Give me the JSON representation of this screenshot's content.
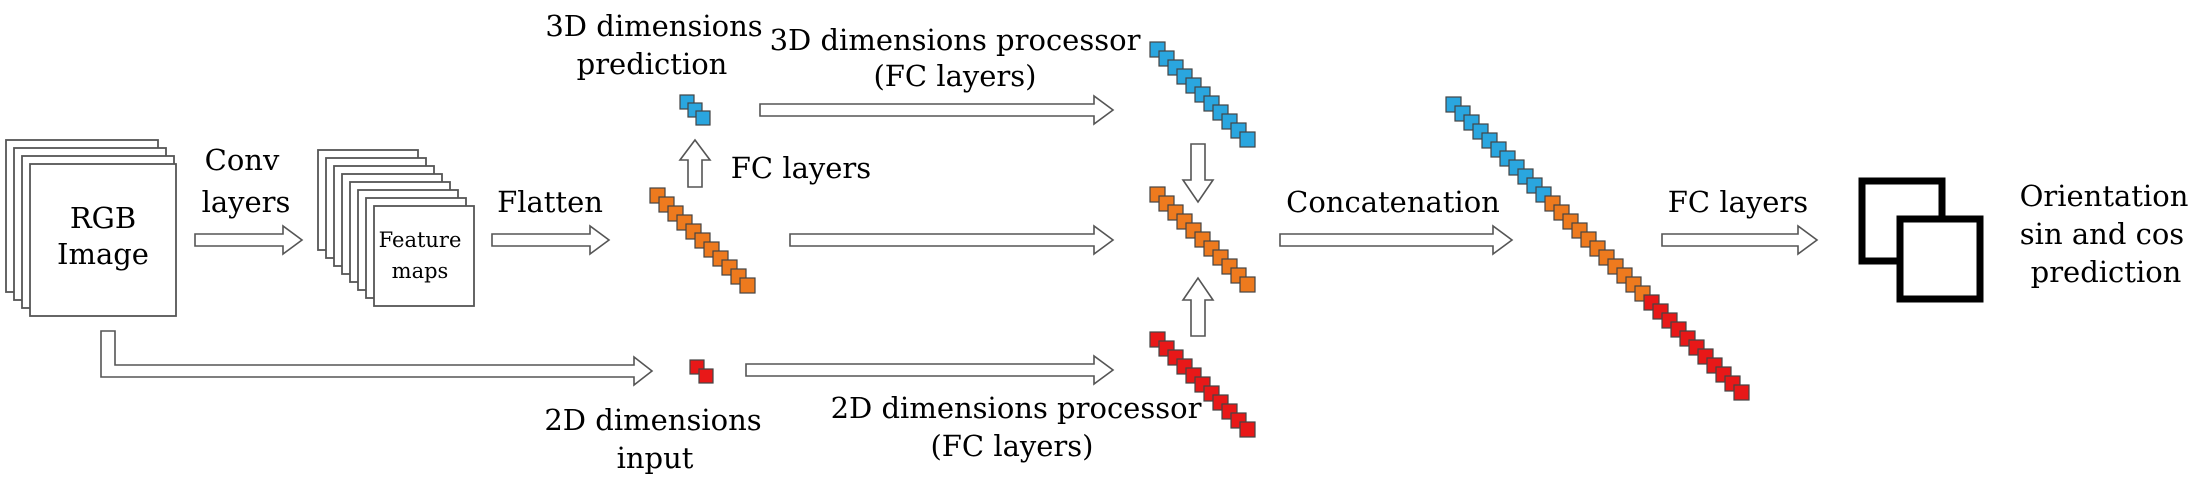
{
  "colors": {
    "blue": "#2aa6df",
    "orange": "#ee7a1e",
    "red": "#e81818",
    "cube_stroke": "#444444",
    "arrow_stroke": "#555555"
  },
  "labels": {
    "rgb_image": [
      "RGB",
      "Image"
    ],
    "conv_layers": [
      "Conv",
      "layers"
    ],
    "feature_maps": [
      "Feature",
      "maps"
    ],
    "flatten": "Flatten",
    "dims3d_prediction": [
      "3D dimensions",
      "prediction"
    ],
    "fc_layers_up": "FC layers",
    "dims3d_processor": [
      "3D dimensions processor",
      "(FC layers)"
    ],
    "dims2d_input": [
      "2D dimensions",
      "input"
    ],
    "dims2d_processor": [
      "2D dimensions processor",
      "(FC layers)"
    ],
    "concatenation": "Concatenation",
    "fc_layers_final": "FC layers",
    "orientation": [
      "Orientation",
      "sin and cos",
      "prediction"
    ]
  },
  "vectors": {
    "dims3d_small": {
      "color": "blue",
      "cells": 3
    },
    "flattened": {
      "color": "orange",
      "cells": 11
    },
    "dims2d_small": {
      "color": "red",
      "cells": 2
    },
    "dims3d_processed": {
      "color": "blue",
      "cells": 11
    },
    "middle_column": {
      "color": "orange",
      "cells": 11
    },
    "dims2d_processed": {
      "color": "red",
      "cells": 11
    },
    "concat_blue": {
      "color": "blue",
      "cells": 11
    },
    "concat_orange": {
      "color": "orange",
      "cells": 11
    },
    "concat_red": {
      "color": "red",
      "cells": 11
    }
  }
}
